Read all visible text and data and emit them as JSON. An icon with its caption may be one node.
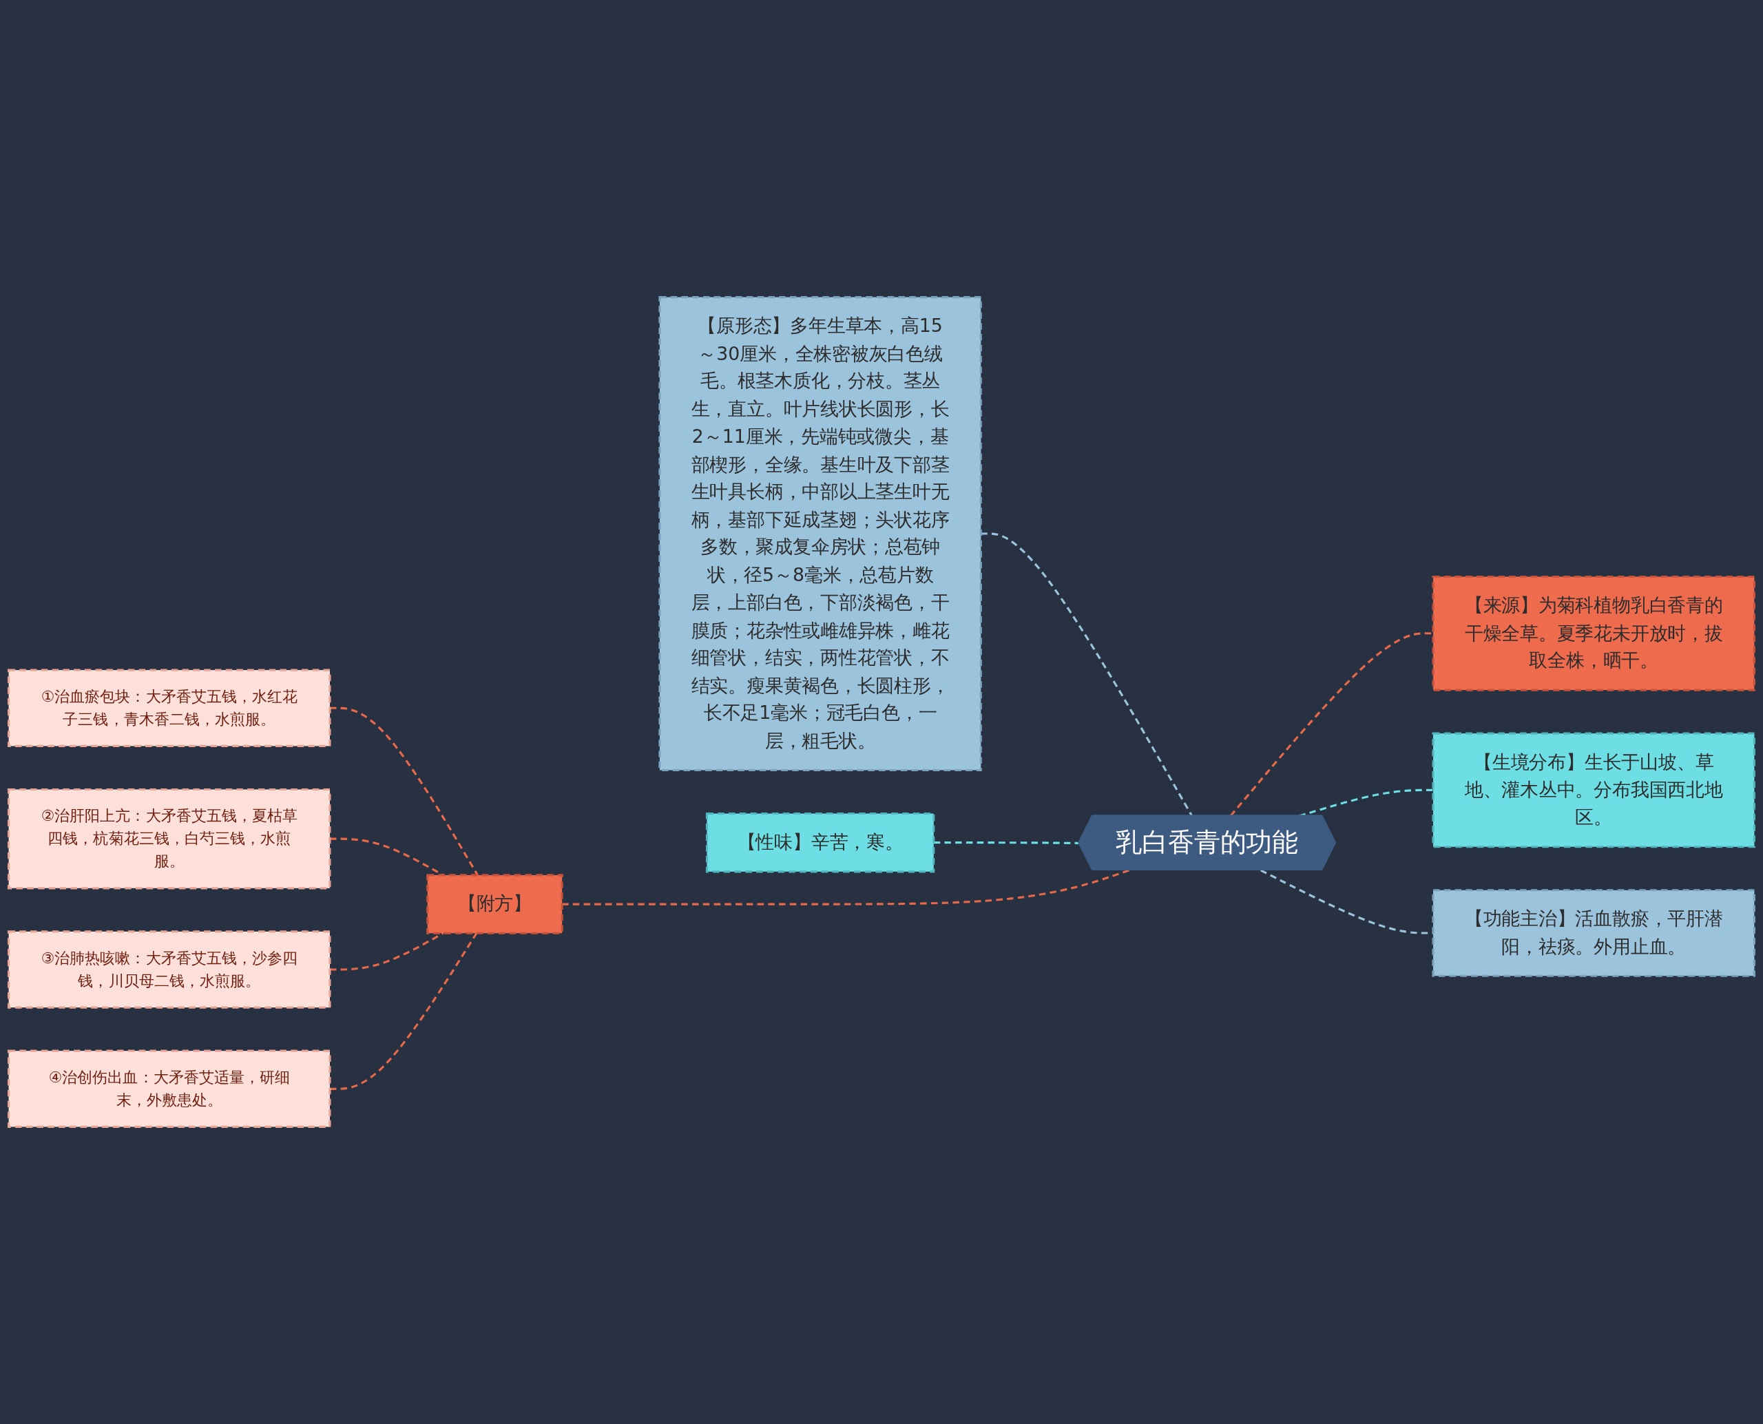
{
  "diagram": {
    "nodes": [
      {
        "text": [
          "乳白香青的功能"
        ]
      },
      {
        "text": [
          "【原形态】多年生草本，高15～30厘米，全株密被灰白色绒毛。根茎木质化，分枝。茎丛生，直立。叶片线状长圆形，长2～11厘米，先端钝或微尖，基部楔形，全缘。基生叶及下部茎生叶具长柄，中部以上茎生叶无柄，基部下延成茎翅；头状花序多数，聚成复伞房状；总苞钟状，径5～8毫米，总苞片数层，上部白色，下部淡褐色，干膜质；花杂性或雌雄异株，雌花细管状，结实，两性花管状，不结实。瘦果黄褐色，长圆柱形，长不足1毫米；冠毛白色，一层，粗毛状。"
        ]
      },
      {
        "text": [
          "【性味】辛苦，寒。"
        ]
      },
      {
        "text": [
          "【附方】"
        ]
      },
      {
        "text": [
          "①治血瘀包块：大矛香艾五钱，水红花子三钱，青木香二钱，水煎服。"
        ]
      },
      {
        "text": [
          "②治肝阳上亢：大矛香艾五钱，夏枯草四钱，杭菊花三钱，白芍三钱，水煎服。"
        ]
      },
      {
        "text": [
          "③治肺热咳嗽：大矛香艾五钱，沙参四钱，川贝母二钱，水煎服。"
        ]
      },
      {
        "text": [
          "④治创伤出血：大矛香艾适量，研细末，外敷患处。"
        ]
      },
      {
        "text": [
          "【来源】为菊科植物乳白香青的干燥全草。夏季花未开放时，拔取全株，晒干。"
        ]
      },
      {
        "text": [
          "【生境分布】生长于山坡、草地、灌木丛中。分布我国西北地区。"
        ]
      },
      {
        "text": [
          "【功能主治】活血散瘀，平肝潜阳，祛痰。外用止血。"
        ]
      }
    ],
    "edges": [
      {
        "from": 0,
        "to": 1,
        "arrow": "none",
        "style": "dashed",
        "color": "#9cc3dc"
      },
      {
        "from": 0,
        "to": 2,
        "arrow": "none",
        "style": "dashed",
        "color": "#6ddfe4"
      },
      {
        "from": 0,
        "to": 3,
        "arrow": "none",
        "style": "dashed"
      },
      {
        "from": 3,
        "to": 4,
        "arrow": "none",
        "style": "dashed"
      },
      {
        "from": 3,
        "to": 5,
        "arrow": "none",
        "style": "dashed"
      },
      {
        "from": 3,
        "to": 6,
        "arrow": "none",
        "style": "dashed"
      },
      {
        "from": 3,
        "to": 7,
        "arrow": "none",
        "style": "dashed"
      },
      {
        "from": 0,
        "to": 8,
        "arrow": "none",
        "style": "dashed"
      },
      {
        "from": 0,
        "to": 9,
        "arrow": "none",
        "style": "dashed",
        "color": "#6ddfe4"
      },
      {
        "from": 0,
        "to": 10,
        "arrow": "none",
        "style": "dashed",
        "color": "#9cc3dc"
      }
    ]
  }
}
